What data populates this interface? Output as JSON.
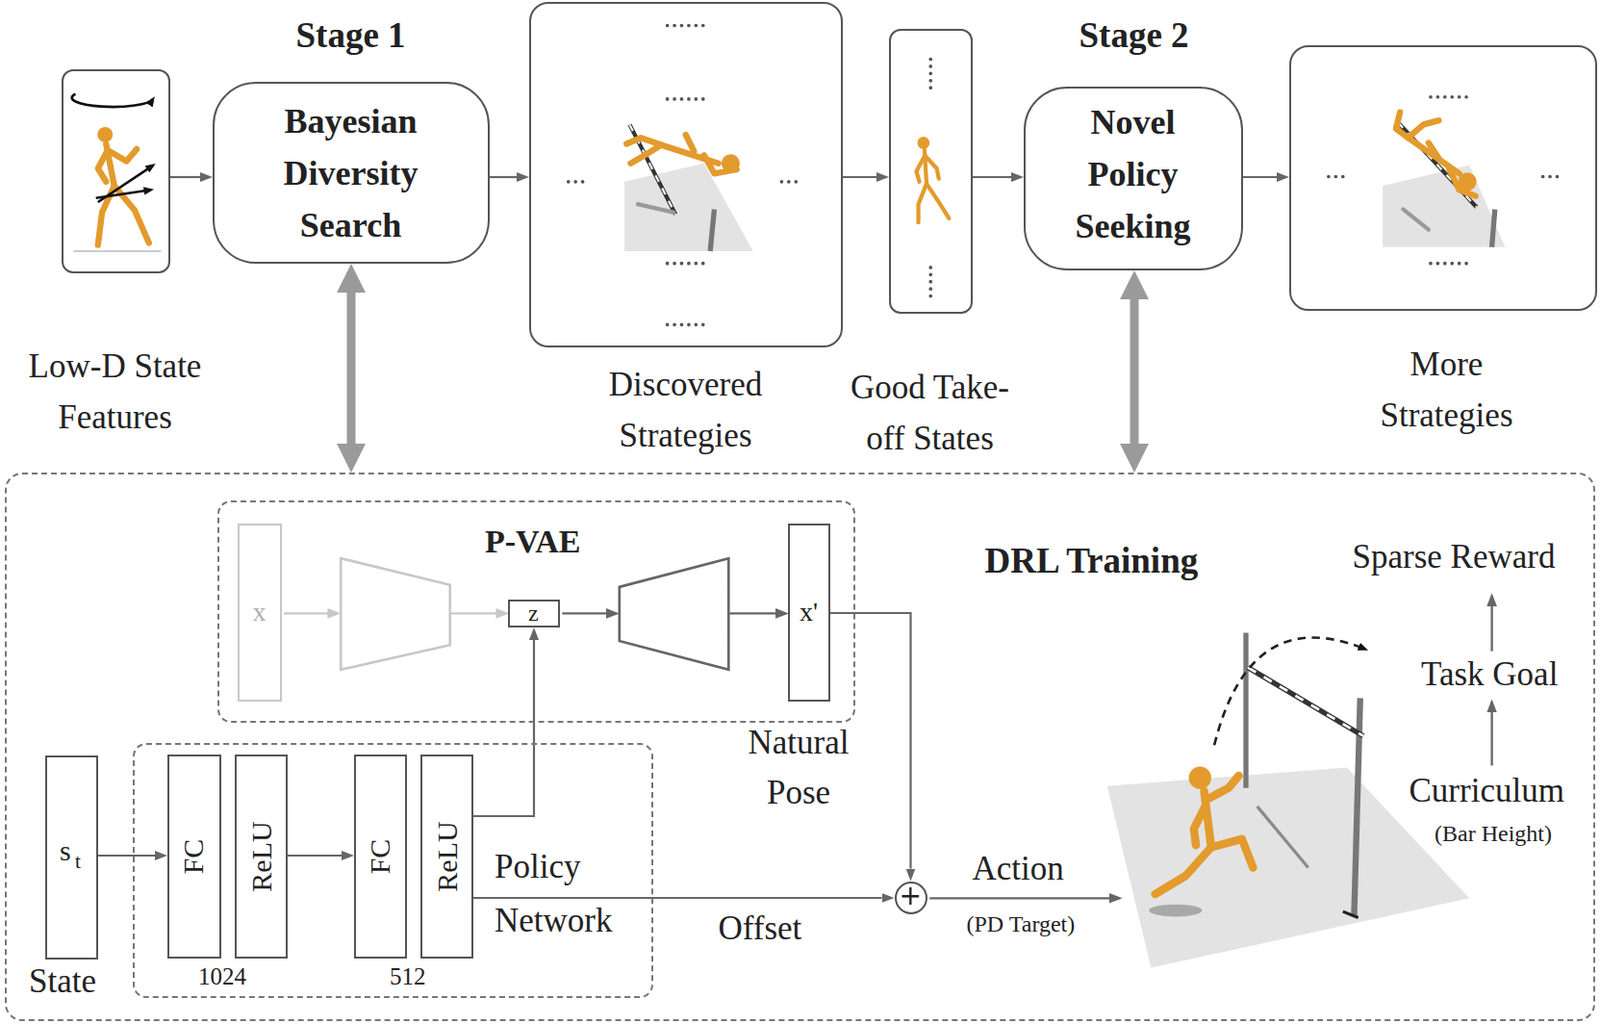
{
  "diagram": {
    "nodes": [
      {
        "text": [
          "Low-D State Features"
        ]
      },
      {
        "text": [
          "Stage 1",
          "Bayesian Diversity Search"
        ]
      },
      {
        "text": [
          "Discovered Strategies"
        ]
      },
      {
        "text": [
          "Good Take-off States"
        ]
      },
      {
        "text": [
          "Stage 2",
          "Novel Policy Seeking"
        ]
      },
      {
        "text": [
          "More Strategies"
        ]
      },
      {
        "text": [
          "DRL Training"
        ]
      },
      {
        "text": [
          "P-VAE"
        ],
        "in": 6
      },
      {
        "text": [
          "x"
        ],
        "in": 7
      },
      {
        "text": [
          "z"
        ],
        "in": 7
      },
      {
        "text": [
          "x'"
        ],
        "in": 7
      },
      {
        "text": [
          "s",
          "t",
          "State"
        ],
        "in": 6
      },
      {
        "text": [
          "Policy Network"
        ],
        "in": 6
      },
      {
        "text": [
          "FC"
        ],
        "in": 12
      },
      {
        "text": [
          "ReLU"
        ],
        "in": 12
      },
      {
        "text": [
          "FC"
        ],
        "in": 12
      },
      {
        "text": [
          "ReLU"
        ],
        "in": 12
      },
      {
        "text": [
          "+"
        ],
        "in": 6
      }
    ],
    "edges": [
      {
        "from": 0,
        "to": 1,
        "arrow": "to"
      },
      {
        "from": 1,
        "to": 2,
        "arrow": "to"
      },
      {
        "from": 2,
        "to": 3,
        "arrow": "to"
      },
      {
        "from": 3,
        "to": 4,
        "arrow": "to"
      },
      {
        "from": 4,
        "to": 5,
        "arrow": "to"
      },
      {
        "from": 1,
        "to": 6,
        "arrow": "both"
      },
      {
        "from": 4,
        "to": 6,
        "arrow": "both"
      },
      {
        "from": 11,
        "to": 13,
        "arrow": "to"
      },
      {
        "from": 14,
        "to": 15,
        "arrow": "to"
      },
      {
        "from": 16,
        "to": 9,
        "arrow": "to"
      },
      {
        "from": 10,
        "to": 17,
        "arrow": "to"
      },
      {
        "from": 16,
        "to": 17,
        "label": "Offset",
        "arrow": "to"
      }
    ],
    "labels": [
      "1024",
      "512",
      "Natural Pose",
      "Action",
      "(PD Target)",
      "Sparse Reward",
      "Task Goal",
      "Curriculum",
      "(Bar Height)"
    ]
  }
}
